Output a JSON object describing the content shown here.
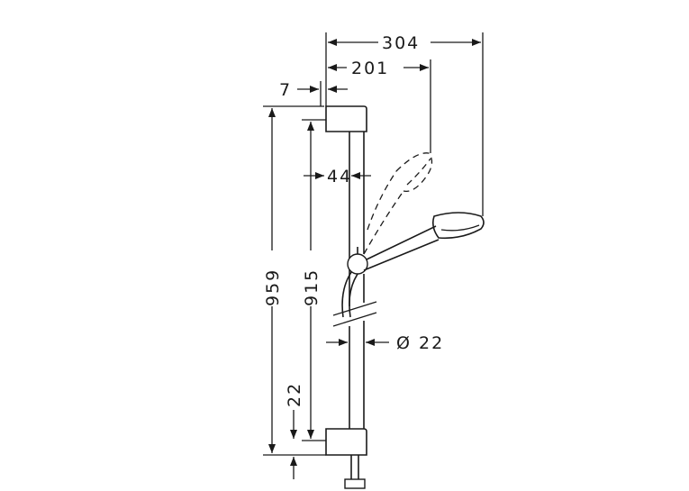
{
  "dimensions": {
    "total_width": "304",
    "head_offset": "201",
    "wall_offset": "7",
    "rail_offset": "44",
    "total_height": "959",
    "rail_length": "915",
    "bottom_offset": "22",
    "rail_diameter": "Ø 22"
  }
}
